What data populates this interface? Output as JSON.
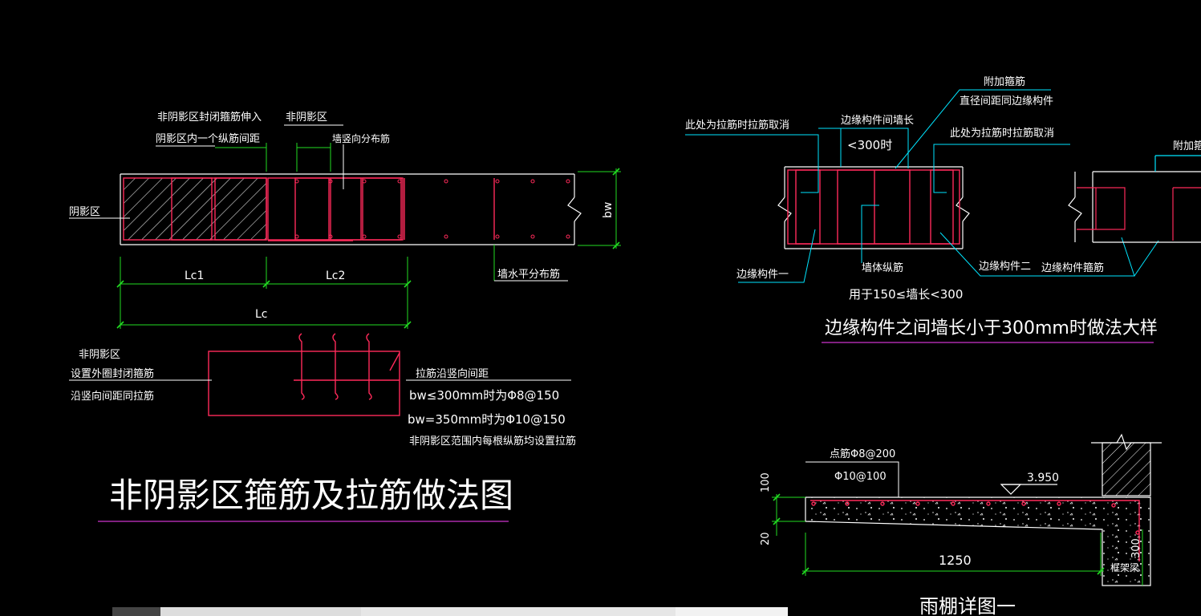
{
  "colors": {
    "background": "#000000",
    "wall": "#ffffff",
    "rebar": "#ff2a5a",
    "leader": "#00e5ff",
    "dimension": "#22dd22",
    "title_underline": "#cc33cc",
    "text": "#ffffff"
  },
  "left": {
    "label_stirrup_into": "非阴影区封闭箍筋伸入",
    "label_stirrup_into_2": "阴影区内一个纵筋间距",
    "label_non_shadow": "非阴影区",
    "label_vert_dist": "墙竖向分布筋",
    "label_shadow": "阴影区",
    "label_bw": "bw",
    "label_horiz_dist": "墙水平分布筋",
    "dim_lc1": "Lc1",
    "dim_lc2": "Lc2",
    "dim_lc": "Lc",
    "detail_label_1": "非阴影区",
    "detail_label_2": "设置外圈封闭箍筋",
    "detail_label_3": "沿竖向间距同拉筋",
    "tie_label": "拉筋沿竖向间距",
    "tie_line_1": "bw≤300mm时为Φ8@150",
    "tie_line_2": "bw=350mm时为Φ10@150",
    "tie_line_3": "非阴影区范围内每根纵筋均设置拉筋",
    "title": "非阴影区箍筋及拉筋做法图"
  },
  "right_top": {
    "label_tie_cancel_left": "此处为拉筋时拉筋取消",
    "label_wall_len": "边缘构件间墙长",
    "label_lt300": "<300时",
    "label_added_stirrup": "附加箍筋",
    "label_same_dia": "直径间距同边缘构件",
    "label_tie_cancel_right": "此处为拉筋时拉筋取消",
    "label_added_stirrup_cut": "附加箍",
    "label_edge_1": "边缘构件一",
    "label_wall_long": "墙体纵筋",
    "label_edge_2": "边缘构件二",
    "label_edge_stirrup": "边缘构件箍筋",
    "label_range": "用于150≤墙长<300",
    "title": "边缘构件之间墙长小于300mm时做法大样"
  },
  "right_bottom": {
    "label_bar_1": "点筋Φ8@200",
    "label_bar_2": "Φ10@100",
    "label_elev": "3.950",
    "dim_100": "100",
    "dim_20": "20",
    "dim_1250": "1250",
    "dim_300": "300",
    "label_beam": "框架梁",
    "title": "雨棚详图一"
  },
  "icons": {
    "break_mark": "break-line-icon",
    "elevation_mark": "elevation-triangle-icon"
  }
}
